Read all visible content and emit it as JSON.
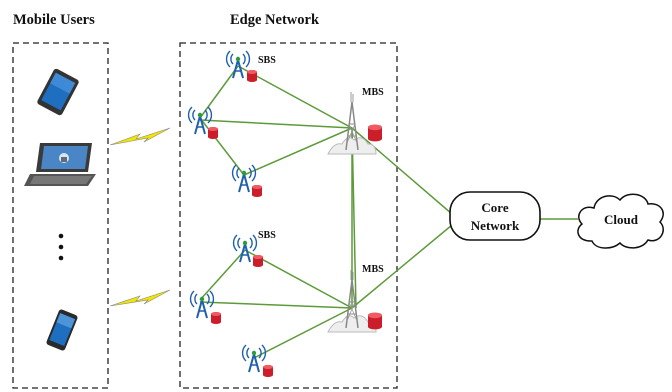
{
  "sections": {
    "mobile_users": "Mobile Users",
    "edge_network": "Edge Network"
  },
  "labels": {
    "sbs_top": "SBS",
    "sbs_bottom": "SBS",
    "mbs_top": "MBS",
    "mbs_bottom": "MBS",
    "core_line1": "Core",
    "core_line2": "Network",
    "cloud": "Cloud"
  },
  "colors": {
    "link": "#5d9a3a",
    "lightning": "#f2e600",
    "device_screen": "#1f6fc0",
    "storage": "#cc1d2a",
    "antenna": "#1e5fae"
  },
  "icons": {
    "devices": [
      "tablet-icon",
      "laptop-icon",
      "ellipsis-icon",
      "smartphone-icon"
    ],
    "wireless": "lightning-icon",
    "small_cell": "antenna-tower-icon",
    "macro_cell": "macro-tower-icon",
    "storage": "cache-storage-icon",
    "cloud": "cloud-icon"
  }
}
